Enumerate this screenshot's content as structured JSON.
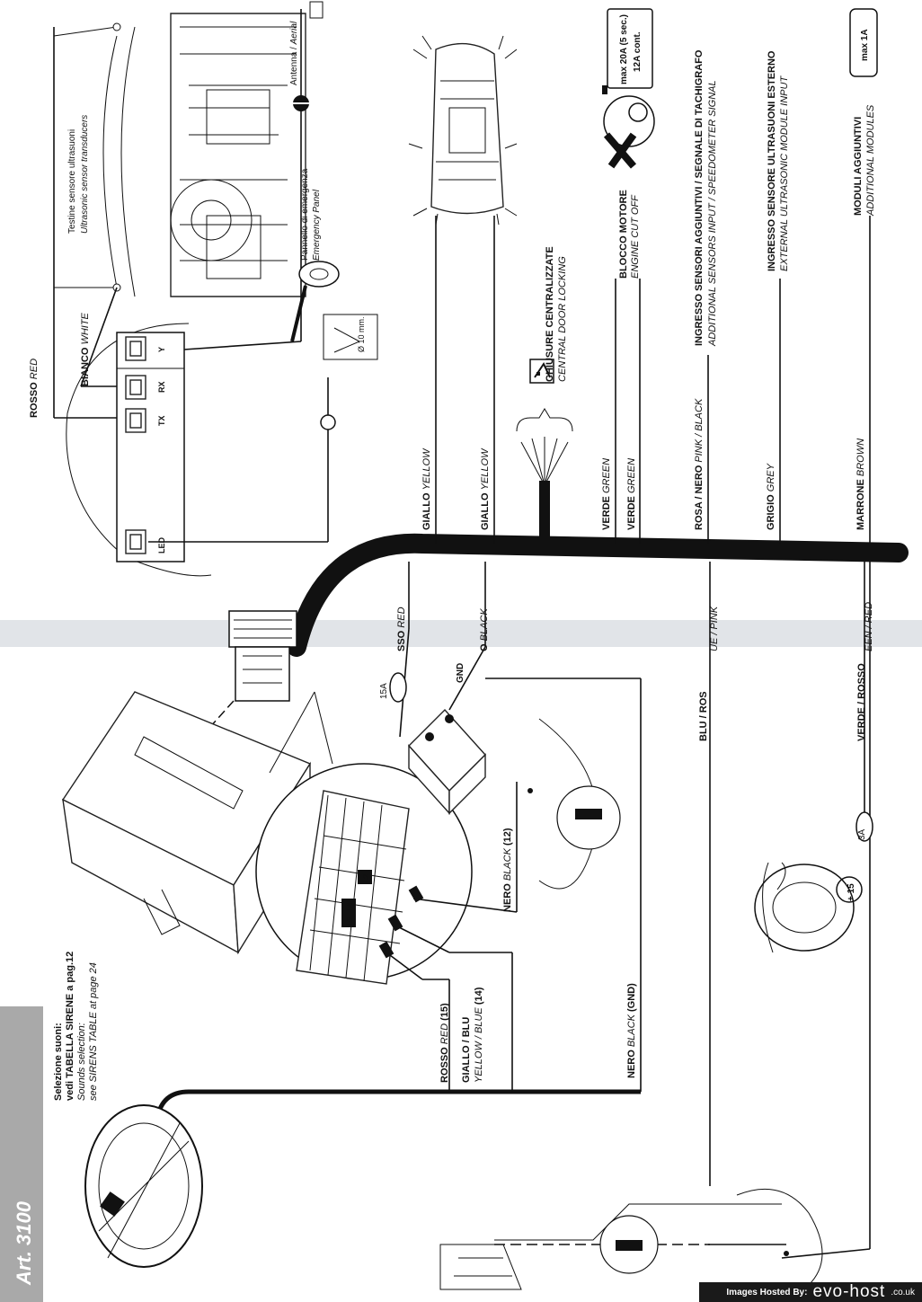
{
  "article": "Art. 3100",
  "sirens": {
    "title": "Selezione suoni:",
    "line2": "vedi TABELLA SIRENE a pag.12",
    "en1": "Sounds selection:",
    "en2": "see SIRENS TABLE at page 24"
  },
  "sensors": {
    "it": "Testine sensore ultrasuoni",
    "en": "Ultrasonic sensor transducers"
  },
  "antenna": {
    "it": "Antenna /",
    "en": "Aerial"
  },
  "emergency": {
    "it": "Pannello di emergenza",
    "en": "Emergency Panel",
    "hole": "Ø 10 mm."
  },
  "module": {
    "tx": "TX",
    "rx": "RX",
    "y": "Y",
    "led": "LED"
  },
  "wires_top": {
    "rosso_it": "ROSSO",
    "rosso_en": "RED",
    "bianco_it": "BIANCO",
    "bianco_en": "WHITE"
  },
  "outputs": [
    {
      "wire_it": "GIALLO",
      "wire_en": "YELLOW"
    },
    {
      "wire_it": "GIALLO",
      "wire_en": "YELLOW"
    },
    {
      "wire_it": "VERDE",
      "wire_en": "GREEN"
    },
    {
      "wire_it": "VERDE",
      "wire_en": "GREEN"
    },
    {
      "wire_it": "ROSA / NERO",
      "wire_en": "PINK / BLACK"
    },
    {
      "wire_it": "GRIGIO",
      "wire_en": "GREY"
    },
    {
      "wire_it": "MARRONE",
      "wire_en": "BROWN"
    }
  ],
  "doors": {
    "it": "CHIUSURE CENTRALIZZATE",
    "en": "CENTRAL DOOR LOCKING"
  },
  "engine": {
    "it": "BLOCCO MOTORE",
    "en": "ENGINE CUT OFF",
    "rating1": "max 20A (5 sec.)",
    "rating2": "12A cont."
  },
  "sensors_input": {
    "it": "INGRESSO SENSORI AGGIUNTIVI / SEGNALE DI TACHIGRAFO",
    "en": "ADDITIONAL SENSORS INPUT / SPEEDOMETER SIGNAL"
  },
  "ext_input": {
    "it": "INGRESSO SENSORE ULTRASUONI ESTERNO",
    "en": "EXTERNAL ULTRASONIC MODULE INPUT"
  },
  "modules": {
    "it": "MODULI AGGIUNTIVI",
    "en": "ADDITIONAL MODULES",
    "rating": "max 1A"
  },
  "fold_labels": {
    "a": "SSO",
    "a_en": "RED",
    "b": "O",
    "b_en": "BLACK",
    "c": "UE / PINK",
    "d": "EEN / RED"
  },
  "bottom_wires": {
    "blu_rosso": "BLU / ROS",
    "verde_rosso": "VERDE / ROSSO",
    "nero12_it": "NERO",
    "nero12_en": "BLACK",
    "nero12_n": "(12)",
    "rosso15_it": "ROSSO",
    "rosso15_en": "RED",
    "rosso15_n": "(15)",
    "giallo_it": "GIALLO / BLU",
    "giallo_en": "YELLOW / BLUE",
    "giallo_n": "(14)",
    "nerognd_it": "NERO",
    "nerognd_en": "BLACK",
    "nerognd_n": "(GND)"
  },
  "fuses": {
    "f15": "15A",
    "f3": "3A",
    "gnd": "GND",
    "plus15": "+ 15"
  },
  "pins": {
    "p12": "12",
    "p14": "14",
    "p15": "15"
  },
  "footer": {
    "label": "Images Hosted By:",
    "brand": "evo-host",
    "domain": ".co.uk"
  }
}
